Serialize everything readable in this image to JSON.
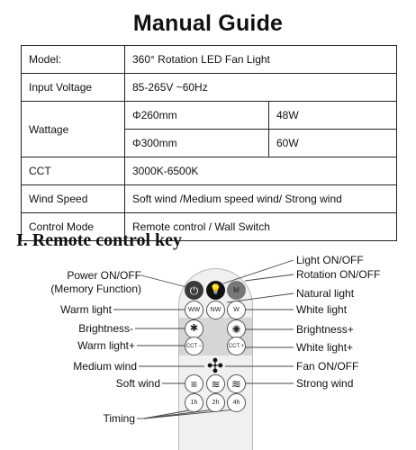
{
  "title": "Manual Guide",
  "spec": {
    "model_label": "Model:",
    "model_value": "360° Rotation LED Fan Light",
    "voltage_label": "Input Voltage",
    "voltage_value": "85-265V ~60Hz",
    "wattage_label": "Wattage",
    "w1_size": "Φ260mm",
    "w1_power": "48W",
    "w2_size": "Φ300mm",
    "w2_power": "60W",
    "cct_label": "CCT",
    "cct_value": "3000K-6500K",
    "wind_label": "Wind Speed",
    "wind_value": "Soft wind /Medium speed wind/ Strong wind",
    "control_label": "Control Mode",
    "control_value": "Remote control / Wall Switch"
  },
  "section_title": "I. Remote control key",
  "remote": {
    "buttons": {
      "power": "⏻",
      "light": "💡",
      "rotation": "M",
      "warm": "WW",
      "natural": "NW",
      "white": "W",
      "cct_minus": "CCT −",
      "cct_plus": "CCT +",
      "fan": "✣",
      "soft": "≡",
      "medium": "≋",
      "strong": "≋",
      "t1": "1h",
      "t2": "2h",
      "t4": "4h"
    }
  },
  "labels": {
    "power": "Power ON/OFF",
    "memory": "(Memory Function)",
    "warm_light": "Warm light",
    "brightness_minus": "Brightness-",
    "warm_light_plus": "Warm light+",
    "medium_wind": "Medium wind",
    "soft_wind": "Soft wind",
    "timing": "Timing",
    "light_onoff": "Light ON/OFF",
    "rotation_onoff": "Rotation ON/OFF",
    "natural_light": "Natural light",
    "white_light": "White light",
    "brightness_plus": "Brightness+",
    "white_light_plus": "White light+",
    "fan_onoff": "Fan ON/OFF",
    "strong_wind": "Strong wind"
  }
}
